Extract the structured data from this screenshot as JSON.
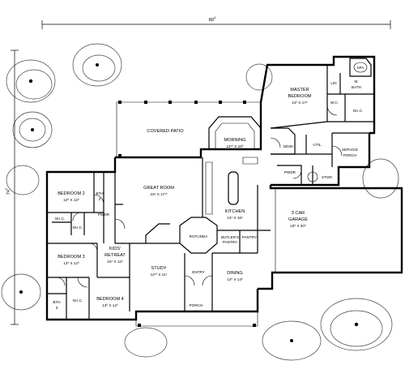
{
  "dimensions": {
    "width": "89",
    "width_sup": "4",
    "depth": "74",
    "depth_sup": "2"
  },
  "rooms": {
    "master_bedroom": {
      "line1": "MASTER",
      "line2": "BEDROOM",
      "size": "14⁰ X 17⁶"
    },
    "m_bath": {
      "line1": "M.",
      "line2": "BATH"
    },
    "spa": "SPA",
    "lin": "LIN",
    "wc_master": "W.C.",
    "wic_master": "W.I.C.",
    "covered_patio": "COVERED PATIO",
    "morning": {
      "name": "MORNING",
      "size": "12¹⁰ X 10⁰"
    },
    "desk": "DESK",
    "util": "UTIL.",
    "service_porch": {
      "line1": "SERVICE",
      "line2": "PORCH"
    },
    "pwdr_right": "PWDR",
    "stor": "STOR.",
    "great_room": {
      "name": "GREAT ROOM",
      "size": "23⁴ X 17¹⁰"
    },
    "kitchen": {
      "name": "KITCHEN",
      "size": "13⁴ X 16⁶"
    },
    "butlers_pantry": {
      "line1": "BUTLER'S",
      "line2": "PANTRY"
    },
    "pantry": "PANTRY",
    "garage": {
      "line1": "3 CAR",
      "line2": "GARAGE",
      "size": "23⁰ X 30⁰"
    },
    "bedroom2": {
      "name": "BEDROOM 2",
      "size": "13⁰ X 12⁰"
    },
    "bth2": {
      "line1": "BTH",
      "line2": "2"
    },
    "wic_b2": "W.I.C.",
    "wic_b2b": "W.I.C.",
    "pwdr_left": "PWDR",
    "bedroom3": {
      "name": "BEDROOM 3",
      "size": "13⁰ X 12⁰"
    },
    "kids_retreat": {
      "line1": "KIDS'",
      "line2": "RETREAT",
      "size": "10⁴ X 12⁶"
    },
    "rotunda": "ROTUNDA",
    "study": {
      "name": "STUDY",
      "size": "12¹⁰ X 11⁴"
    },
    "entry": "ENTRY",
    "dining": {
      "name": "DINING",
      "size": "14⁰ X 14⁰"
    },
    "bth3": {
      "line1": "BTH",
      "line2": "3"
    },
    "wic_b4": "W.I.C.",
    "bedroom4": {
      "name": "BEDROOM 4",
      "size": "13⁰ X 12⁰"
    },
    "porch": "PORCH"
  }
}
